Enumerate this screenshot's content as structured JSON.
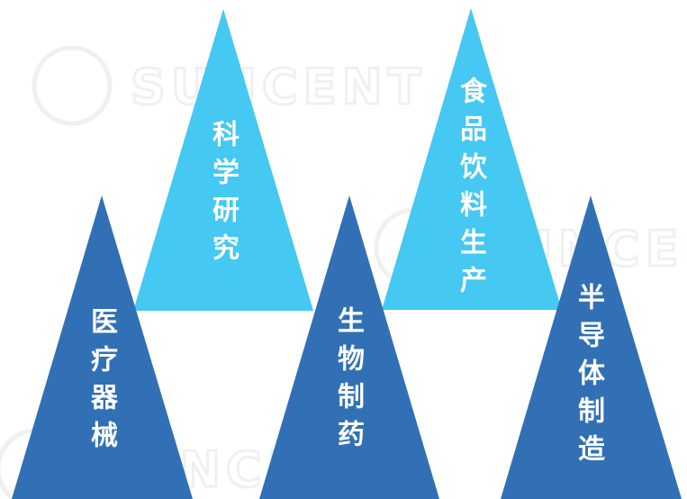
{
  "watermark": {
    "text": "SUNCENT",
    "color": "#f0f0f0"
  },
  "colors": {
    "light": "#45c8f2",
    "dark": "#3170b4",
    "text": "#ffffff"
  },
  "sectors": [
    {
      "id": "science-research",
      "label": "科学研究",
      "tone": "light"
    },
    {
      "id": "food-beverage",
      "label": "食品饮料生产",
      "tone": "light"
    },
    {
      "id": "medical-devices",
      "label": "医疗器械",
      "tone": "dark"
    },
    {
      "id": "bio-pharma",
      "label": "生物制药",
      "tone": "dark"
    },
    {
      "id": "semiconductor",
      "label": "半导体制造",
      "tone": "dark"
    }
  ]
}
